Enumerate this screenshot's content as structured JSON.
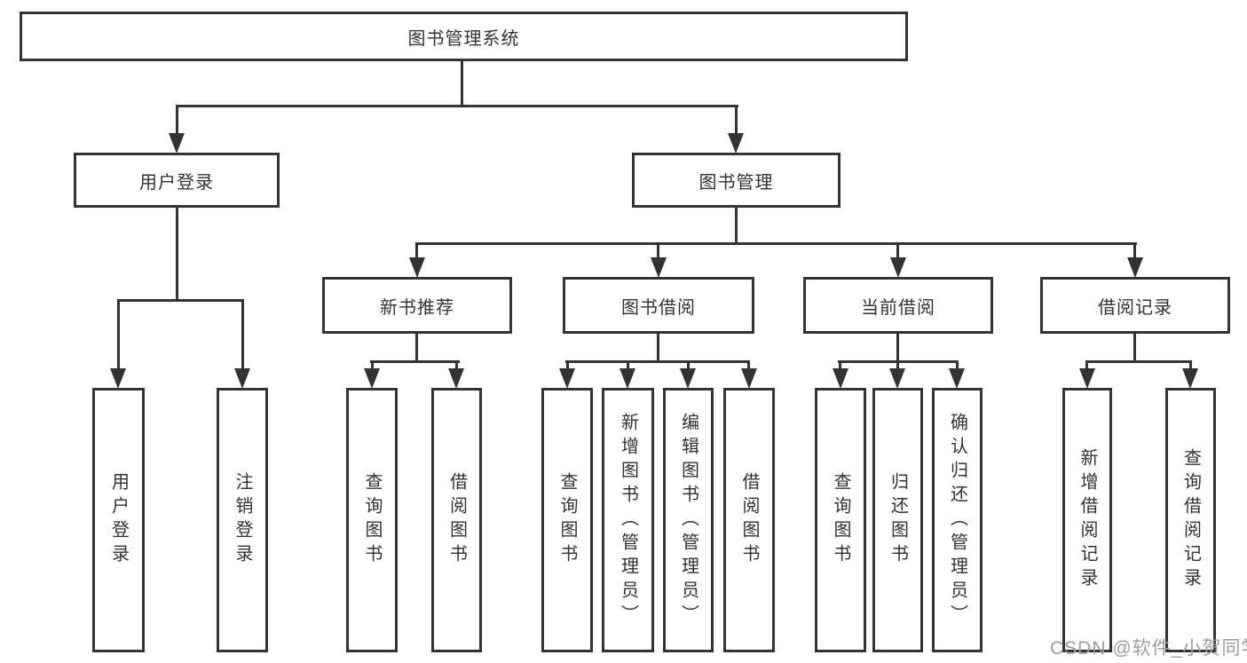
{
  "colors": {
    "line": "#333333",
    "text": "#333333",
    "box_background": "#ffffff",
    "watermark": "#9e9e9e"
  },
  "nodes": {
    "root": "图书管理系统",
    "user_login": "用户登录",
    "book_mgmt": "图书管理",
    "new_book_rec": "新书推荐",
    "book_borrow": "图书借阅",
    "current_borrow": "当前借阅",
    "borrow_record": "借阅记录",
    "ul_user_login": "用户登录",
    "ul_logout": "注销登录",
    "nb_query_book": "查询图书",
    "nb_borrow_book": "借阅图书",
    "bb_query_book": "查询图书",
    "bb_add_book": "新增图书（管理员）",
    "bb_edit_book": "编辑图书（管理员）",
    "bb_borrow_book": "借阅图书",
    "cb_query_book": "查询图书",
    "cb_return_book": "归还图书",
    "cb_confirm_return": "确认归还（管理员）",
    "br_add_record": "新增借阅记录",
    "br_query_record": "查询借阅记录"
  },
  "watermark": "CSDN @软件_小贺同学"
}
